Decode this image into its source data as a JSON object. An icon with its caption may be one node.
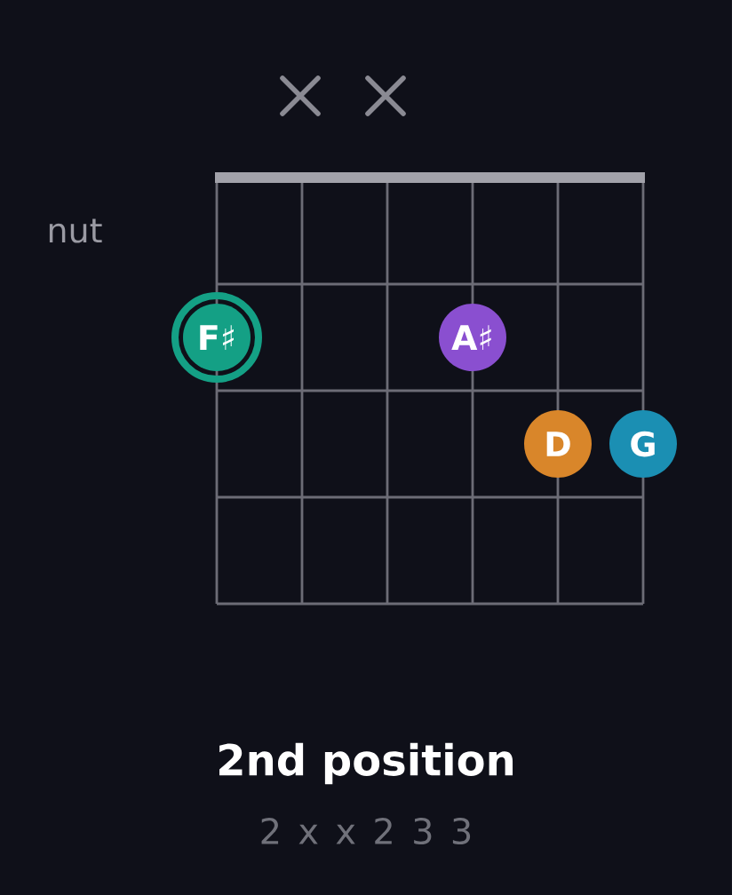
{
  "diagram": {
    "title": "2nd position",
    "nodes": [
      {
        "text": [
          "F♯"
        ]
      },
      {
        "text": [
          "A♯"
        ]
      },
      {
        "text": [
          "D"
        ]
      },
      {
        "text": [
          "G"
        ]
      }
    ],
    "labels": [
      "nut",
      "2 x x 2 3 3"
    ]
  }
}
